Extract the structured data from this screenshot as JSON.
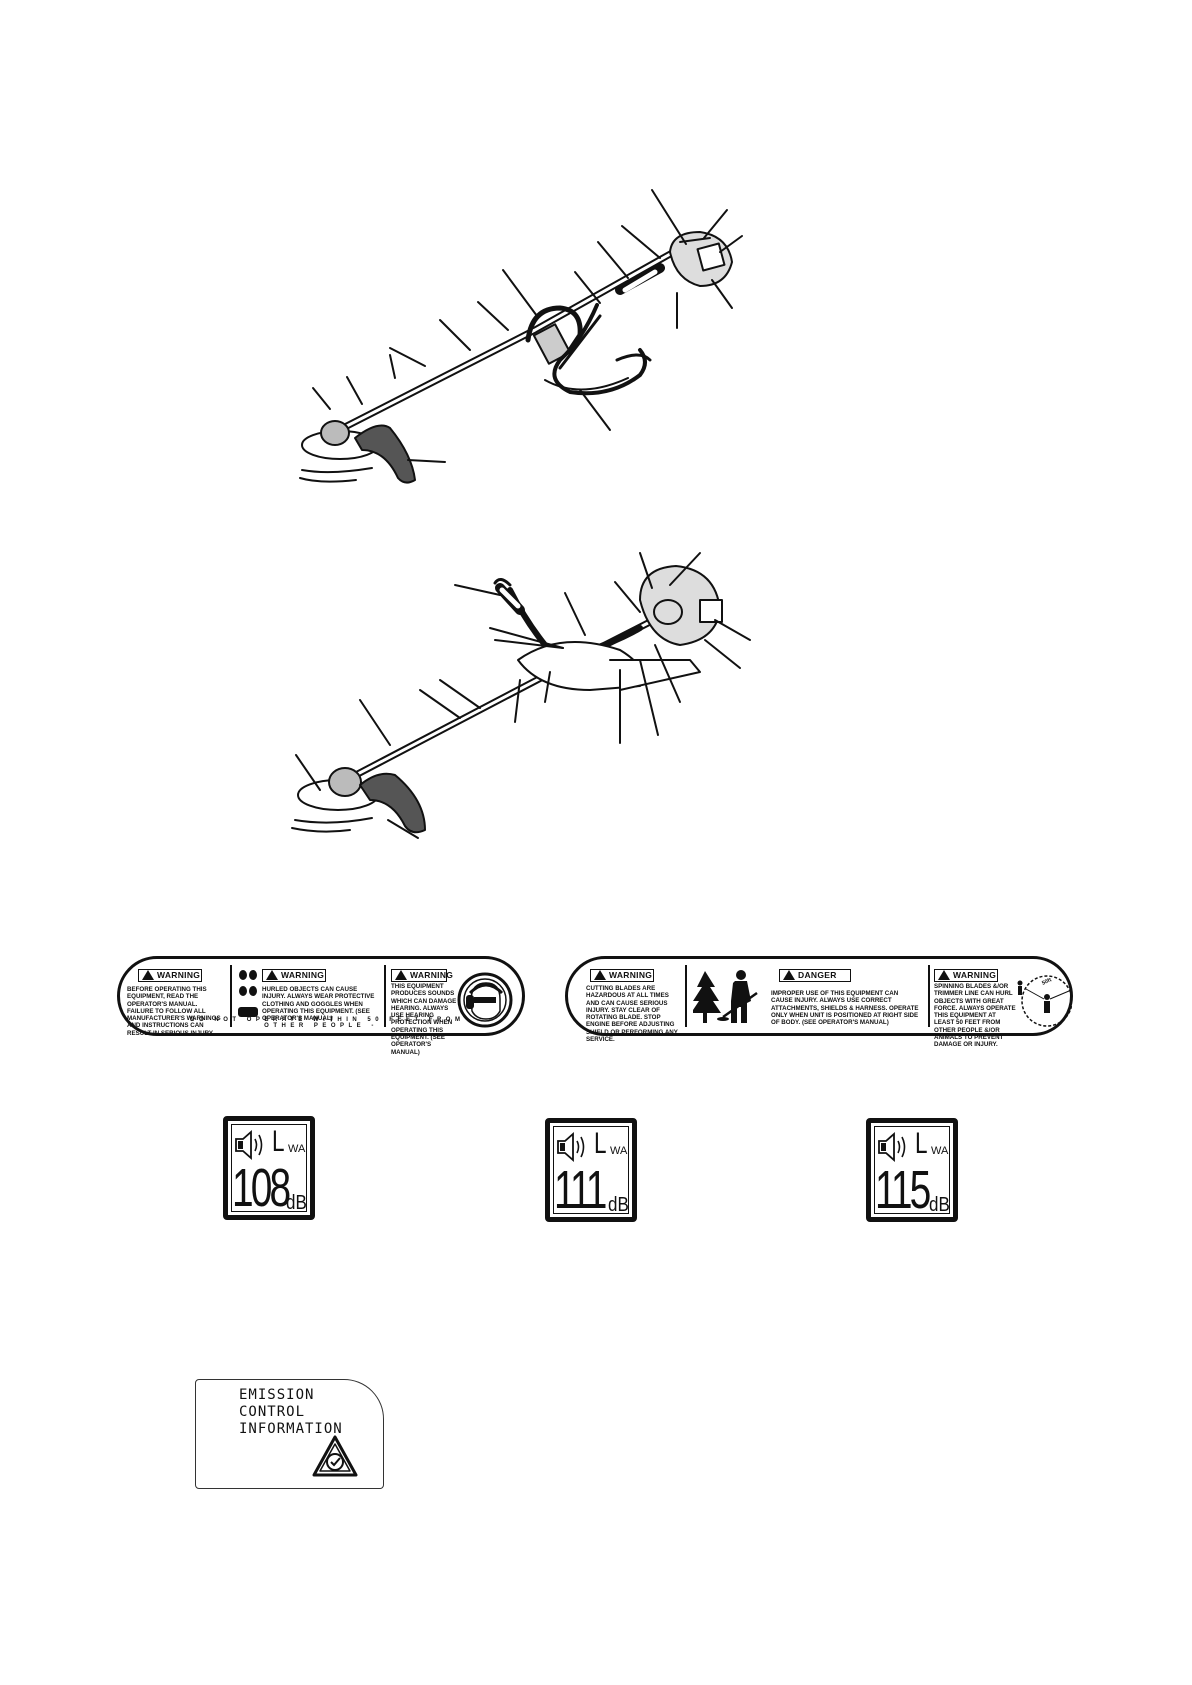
{
  "decal_left": {
    "panel1": {
      "header": "WARNING",
      "text": "BEFORE OPERATING THIS EQUIPMENT, READ THE OPERATOR'S MANUAL. FAILURE TO FOLLOW ALL MANUFACTURER'S WARNINGS AND INSTRUCTIONS CAN RESULT IN SERIOUS INJURY."
    },
    "panel2": {
      "header": "WARNING",
      "text": "HURLED OBJECTS CAN CAUSE INJURY. ALWAYS WEAR PROTECTIVE CLOTHING AND GOGGLES WHEN OPERATING THIS EQUIPMENT. (SEE OPERATOR'S MANUAL)"
    },
    "panel3": {
      "header": "WARNING",
      "text": "THIS EQUIPMENT PRODUCES SOUNDS WHICH CAN DAMAGE HEARING. ALWAYS USE HEARING PROTECTION WHEN OPERATING THIS EQUIPMENT. (SEE OPERATOR'S MANUAL)"
    },
    "footer": "- DO NOT OPERATE WITHIN 50 FEET FROM OTHER PEOPLE -"
  },
  "decal_right": {
    "panel1": {
      "header": "WARNING",
      "text": "CUTTING BLADES ARE HAZARDOUS AT ALL TIMES AND CAN CAUSE SERIOUS INJURY. STAY CLEAR OF ROTATING BLADE. STOP ENGINE BEFORE ADJUSTING SHIELD OR PERFORMING ANY SERVICE."
    },
    "panel2": {
      "header": "DANGER",
      "text": "IMPROPER USE OF THIS EQUIPMENT CAN CAUSE INJURY. ALWAYS USE CORRECT ATTACHMENTS, SHIELDS & HARNESS. OPERATE ONLY WHEN UNIT IS POSITIONED AT RIGHT SIDE OF BODY. (SEE OPERATOR'S MANUAL)"
    },
    "panel3": {
      "header": "WARNING",
      "text": "SPINNING BLADES &/OR TRIMMER LINE CAN HURL OBJECTS WITH GREAT FORCE. ALWAYS OPERATE THIS EQUIPMENT AT LEAST 50 FEET FROM OTHER PEOPLE &/OR ANIMALS TO PREVENT DAMAGE OR INJURY."
    },
    "distance_mark": "50ft"
  },
  "sound_labels": [
    {
      "symbol": "L",
      "subscript": "WA",
      "value": "108",
      "unit": "dB"
    },
    {
      "symbol": "L",
      "subscript": "WA",
      "value": "111",
      "unit": "dB"
    },
    {
      "symbol": "L",
      "subscript": "WA",
      "value": "115",
      "unit": "dB"
    }
  ],
  "emission": {
    "text": "EMISSION\nCONTROL\nINFORMATION"
  }
}
